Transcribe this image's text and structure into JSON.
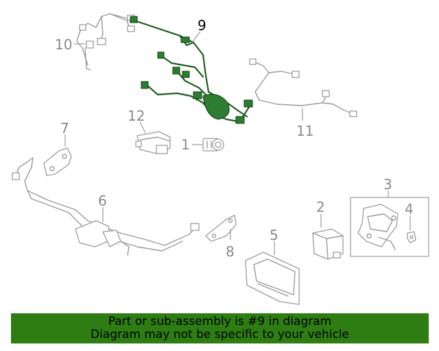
{
  "callouts": {
    "c1": "1",
    "c2": "2",
    "c3": "3",
    "c4": "4",
    "c5": "5",
    "c6": "6",
    "c7": "7",
    "c8": "8",
    "c9": "9",
    "c10": "10",
    "c11": "11",
    "c12": "12"
  },
  "highlighted_part": "9",
  "colors": {
    "highlight": "#2e7d32",
    "banner": "#2e7d12",
    "part_line": "#9a9a9a"
  },
  "banner": {
    "line1": "Part or sub-assembly is #9 in diagram",
    "line2": "Diagram may not be specific to your vehicle"
  }
}
